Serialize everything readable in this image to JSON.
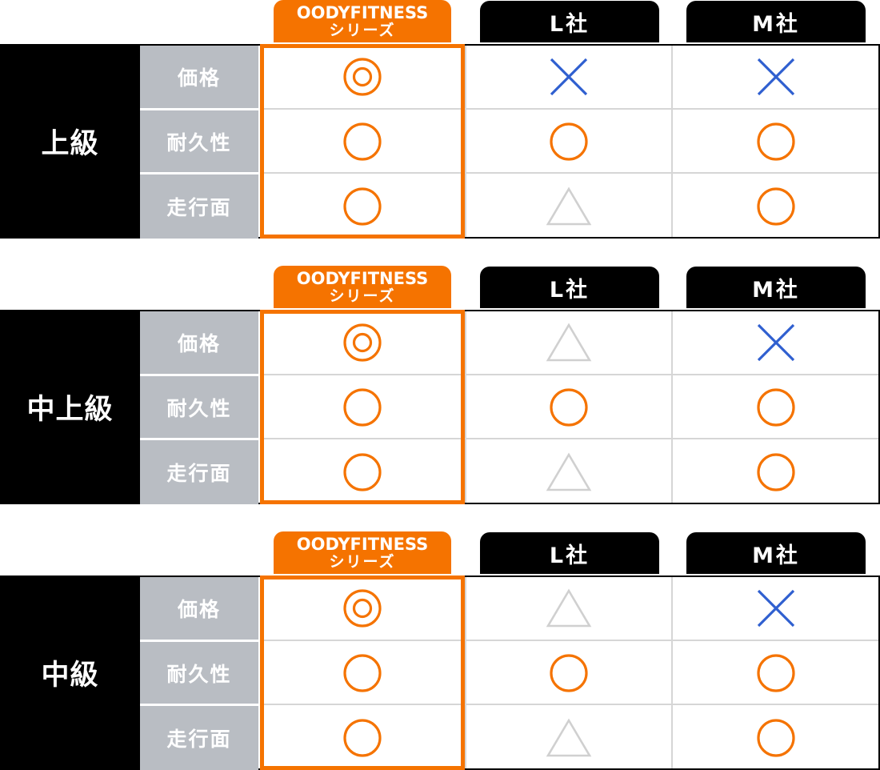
{
  "colors": {
    "accent": "#f57300",
    "black": "#000000",
    "label_bg": "#b9bdc3",
    "cross": "#2f5fd0",
    "triangle": "#d0d0d0"
  },
  "headers": {
    "oody_line1": "OODYFITNESS",
    "oody_line2": "シリーズ",
    "l": "L社",
    "m": "M社"
  },
  "row_labels": [
    "価格",
    "耐久性",
    "走行面"
  ],
  "tables": [
    {
      "level": "上級",
      "rows": [
        {
          "oody": "double-circle",
          "l": "cross",
          "m": "cross"
        },
        {
          "oody": "circle",
          "l": "circle",
          "m": "circle"
        },
        {
          "oody": "circle",
          "l": "triangle",
          "m": "circle"
        }
      ]
    },
    {
      "level": "中上級",
      "rows": [
        {
          "oody": "double-circle",
          "l": "triangle",
          "m": "cross"
        },
        {
          "oody": "circle",
          "l": "circle",
          "m": "circle"
        },
        {
          "oody": "circle",
          "l": "triangle",
          "m": "circle"
        }
      ]
    },
    {
      "level": "中級",
      "rows": [
        {
          "oody": "double-circle",
          "l": "triangle",
          "m": "cross"
        },
        {
          "oody": "circle",
          "l": "circle",
          "m": "circle"
        },
        {
          "oody": "circle",
          "l": "triangle",
          "m": "circle"
        }
      ]
    }
  ]
}
